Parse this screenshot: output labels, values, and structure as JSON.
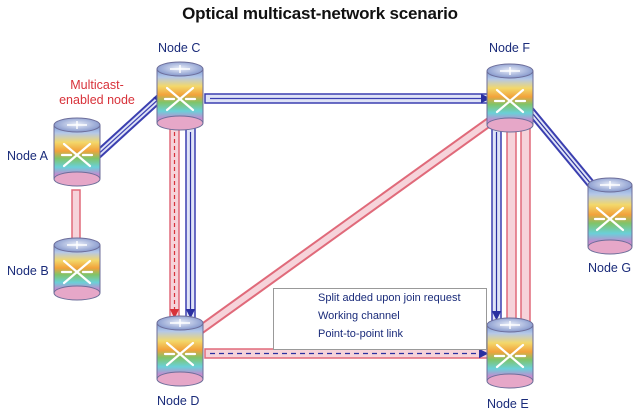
{
  "title": "Optical multicast-network scenario",
  "annotation": {
    "line1": "Multicast-",
    "line2": "enabled node"
  },
  "nodes": {
    "A": "Node A",
    "B": "Node B",
    "C": "Node C",
    "D": "Node D",
    "E": "Node E",
    "F": "Node F",
    "G": "Node G"
  },
  "legend": {
    "split": "Split added upon join request",
    "working": "Working channel",
    "p2p": "Point-to-point link"
  },
  "colors": {
    "working_channel": "#3b3fb0",
    "point_to_point": "#e06a7a",
    "annotation": "#d8323a",
    "label": "#1a2b7a"
  },
  "icons": [
    "router-icon",
    "arrow-icon"
  ]
}
